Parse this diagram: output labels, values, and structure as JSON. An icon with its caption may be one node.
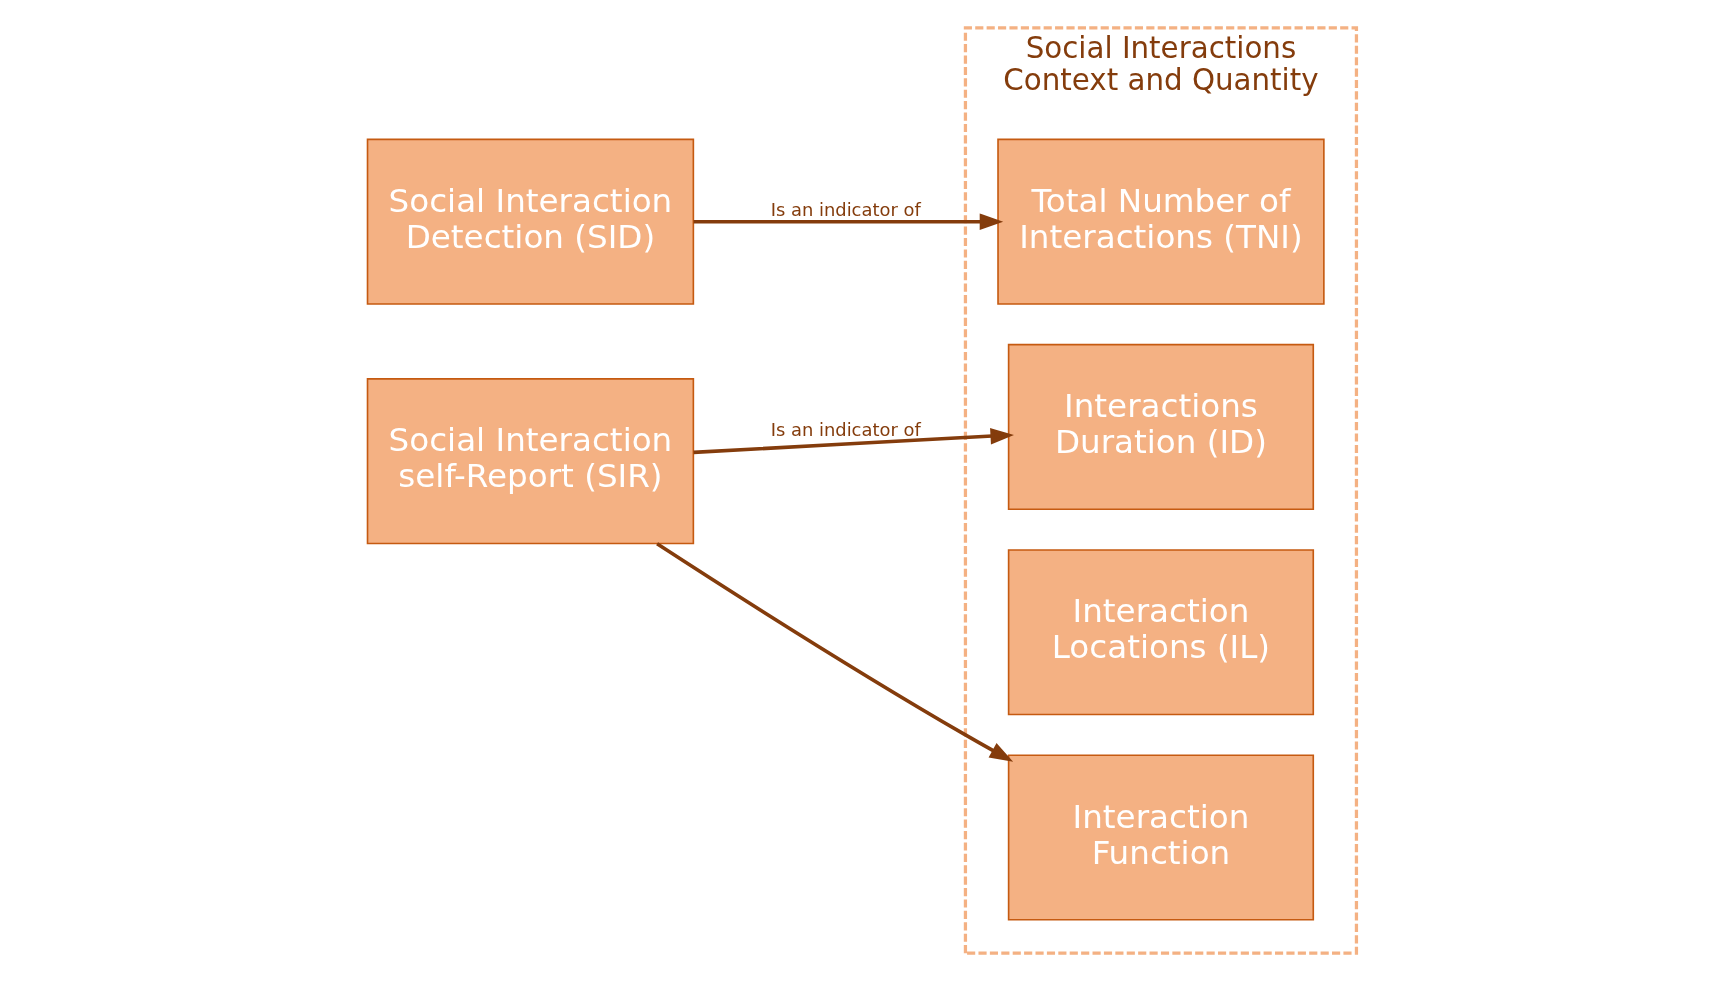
{
  "diagram": {
    "nodes": [
      {
        "text": [
          "Social Interaction Detection (SID)"
        ]
      },
      {
        "text": [
          "Social Interactions Context and Quantity"
        ]
      },
      {
        "text": [
          "Total Number of Interactions (TNI)"
        ],
        "in": 1
      },
      {
        "text": [
          "Interactions Duration (ID)"
        ],
        "in": 1
      },
      {
        "text": [
          "Interaction Locations (IL)"
        ],
        "in": 1
      },
      {
        "text": [
          "Interaction Function"
        ],
        "in": 1
      },
      {
        "text": [
          "Social Interaction self-Report (SIR)"
        ]
      }
    ],
    "edges": [
      {
        "from": 0,
        "to": 2,
        "arrow": "to",
        "label": "Is an indicator of"
      },
      {
        "from": 6,
        "to": 3,
        "arrow": "to",
        "label": "Is an indicator of"
      },
      {
        "from": 6,
        "to": 5,
        "arrow": "to"
      }
    ]
  }
}
